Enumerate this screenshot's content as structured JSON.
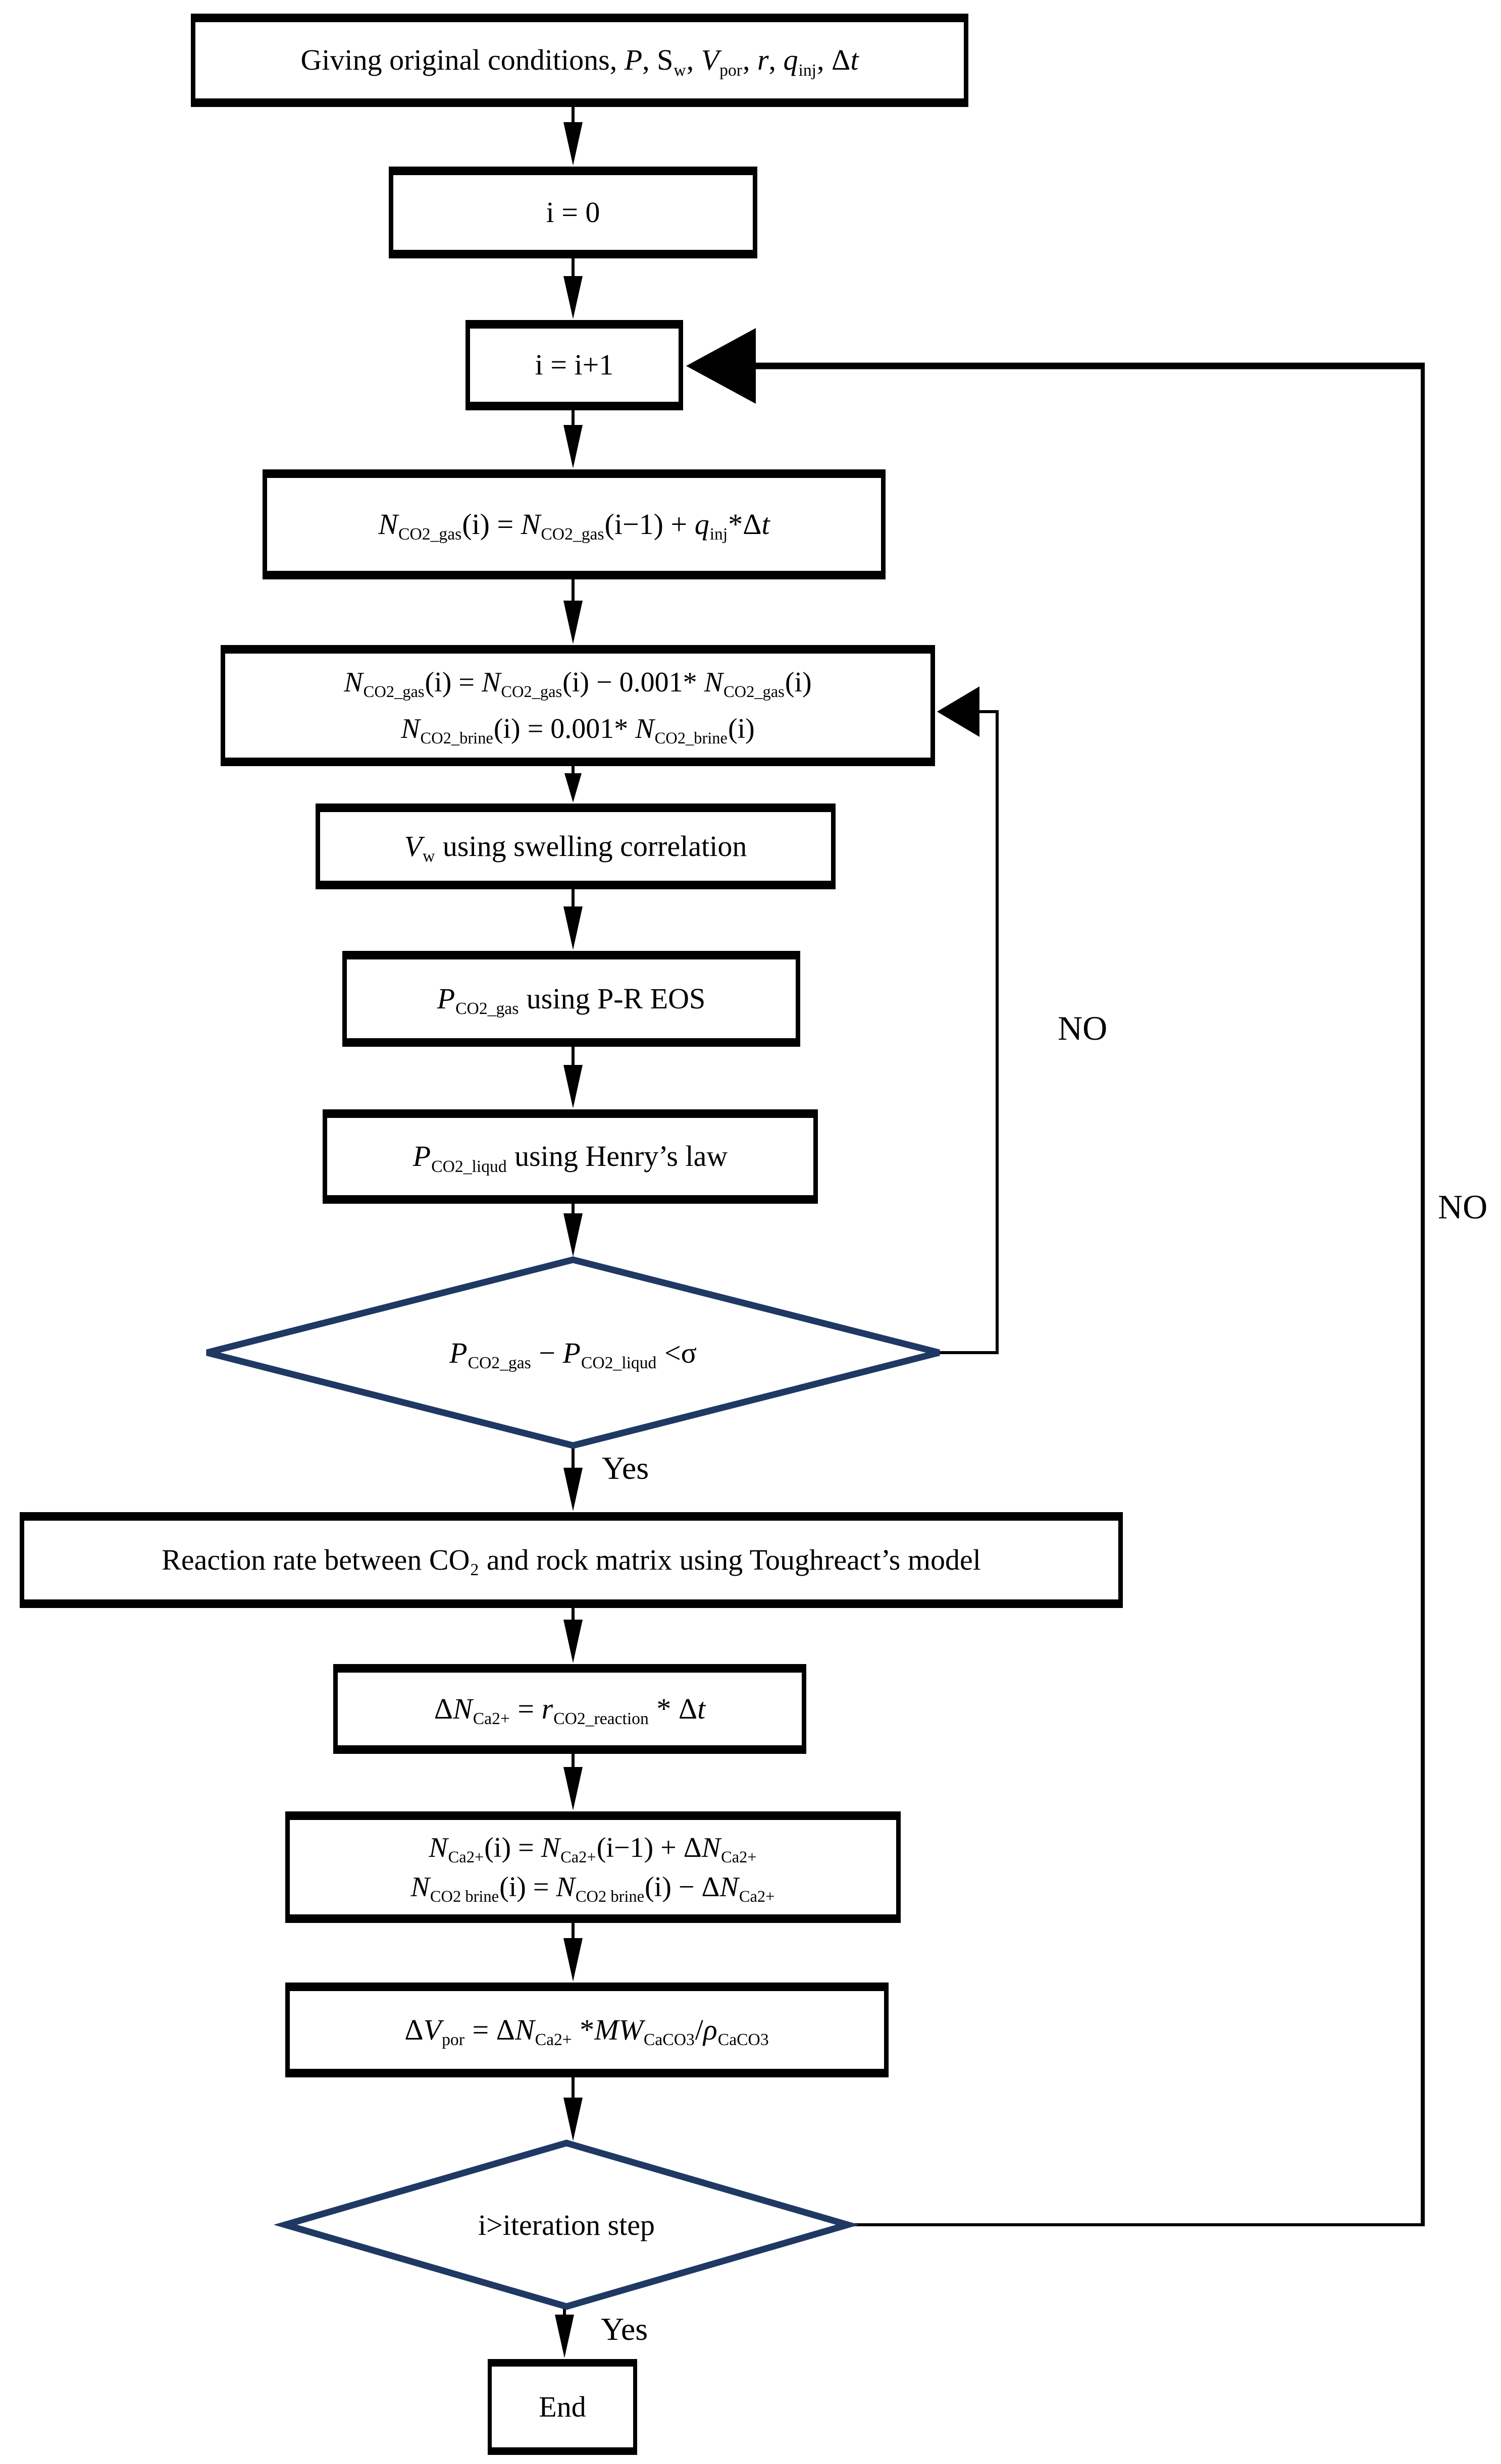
{
  "flowchart": {
    "colors": {
      "background": "#ffffff",
      "line": "#000000",
      "box_border": "#000000",
      "diamond_border": "#1f3864",
      "text": "#000000"
    },
    "labels": {
      "yes1": "Yes",
      "no1": "NO",
      "yes2": "Yes",
      "no2": "NO"
    },
    "nodes": {
      "start": {
        "segments": [
          {
            "t": "Giving original conditions, ",
            "v": "n"
          },
          {
            "t": "P",
            "v": "i"
          },
          {
            "t": ", S",
            "v": "n"
          },
          {
            "t": "w",
            "v": "sub"
          },
          {
            "t": ", ",
            "v": "n"
          },
          {
            "t": "V",
            "v": "i"
          },
          {
            "t": "por",
            "v": "sub"
          },
          {
            "t": ", ",
            "v": "n"
          },
          {
            "t": "r",
            "v": "i"
          },
          {
            "t": ", ",
            "v": "n"
          },
          {
            "t": "q",
            "v": "i"
          },
          {
            "t": "inj",
            "v": "sub"
          },
          {
            "t": ", Δ",
            "v": "n"
          },
          {
            "t": "t",
            "v": "i"
          }
        ]
      },
      "set_i_zero": {
        "segments": [
          {
            "t": "i = 0",
            "v": "n"
          }
        ]
      },
      "increment_i": {
        "segments": [
          {
            "t": "i = i+1",
            "v": "n"
          }
        ]
      },
      "co2_gas_balance": {
        "segments": [
          {
            "t": "N",
            "v": "i"
          },
          {
            "t": "CO2_gas",
            "v": "sub"
          },
          {
            "t": "(i) = ",
            "v": "n"
          },
          {
            "t": "N",
            "v": "i"
          },
          {
            "t": "CO2_gas",
            "v": "sub"
          },
          {
            "t": "(i−1) + ",
            "v": "n"
          },
          {
            "t": "q",
            "v": "i"
          },
          {
            "t": "inj",
            "v": "sub"
          },
          {
            "t": "*Δ",
            "v": "n"
          },
          {
            "t": "t",
            "v": "i"
          }
        ]
      },
      "mass_transfer_line1": {
        "segments": [
          {
            "t": "N",
            "v": "i"
          },
          {
            "t": "CO2_gas",
            "v": "sub"
          },
          {
            "t": "(i) = ",
            "v": "n"
          },
          {
            "t": "N",
            "v": "i"
          },
          {
            "t": "CO2_gas",
            "v": "sub"
          },
          {
            "t": "(i) − 0.001* ",
            "v": "n"
          },
          {
            "t": "N",
            "v": "i"
          },
          {
            "t": "CO2_gas",
            "v": "sub"
          },
          {
            "t": "(i)",
            "v": "n"
          }
        ]
      },
      "mass_transfer_line2": {
        "segments": [
          {
            "t": "N",
            "v": "i"
          },
          {
            "t": "CO2_brine",
            "v": "sub"
          },
          {
            "t": "(i) = 0.001* ",
            "v": "n"
          },
          {
            "t": "N",
            "v": "i"
          },
          {
            "t": "CO2_brine",
            "v": "sub"
          },
          {
            "t": "(i)",
            "v": "n"
          }
        ]
      },
      "swelling": {
        "segments": [
          {
            "t": "V",
            "v": "i"
          },
          {
            "t": "w",
            "v": "sub"
          },
          {
            "t": " using swelling correlation",
            "v": "n"
          }
        ]
      },
      "pr_eos": {
        "segments": [
          {
            "t": "P",
            "v": "i"
          },
          {
            "t": "CO2_gas",
            "v": "sub"
          },
          {
            "t": " using P-R EOS",
            "v": "n"
          }
        ]
      },
      "henrys_law": {
        "segments": [
          {
            "t": "P",
            "v": "i"
          },
          {
            "t": "CO2_liqud",
            "v": "sub"
          },
          {
            "t": " using Henry’s law",
            "v": "n"
          }
        ]
      },
      "pressure_decision": {
        "segments": [
          {
            "t": "P",
            "v": "i"
          },
          {
            "t": "CO2_gas",
            "v": "sub"
          },
          {
            "t": " − ",
            "v": "n"
          },
          {
            "t": "P",
            "v": "i"
          },
          {
            "t": "CO2_liqud",
            "v": "sub"
          },
          {
            "t": " <σ",
            "v": "n"
          }
        ]
      },
      "reaction_rate": {
        "segments": [
          {
            "t": "Reaction rate between CO",
            "v": "n"
          },
          {
            "t": "2",
            "v": "sub"
          },
          {
            "t": " and rock matrix using Toughreact’s model",
            "v": "n"
          }
        ]
      },
      "delta_ca": {
        "segments": [
          {
            "t": "Δ",
            "v": "n"
          },
          {
            "t": "N",
            "v": "i"
          },
          {
            "t": "Ca2+",
            "v": "sub"
          },
          {
            "t": " = ",
            "v": "n"
          },
          {
            "t": "r",
            "v": "i"
          },
          {
            "t": "CO2_reaction",
            "v": "sub"
          },
          {
            "t": " * Δ",
            "v": "n"
          },
          {
            "t": "t",
            "v": "i"
          }
        ]
      },
      "ca_balance_line1": {
        "segments": [
          {
            "t": "N",
            "v": "i"
          },
          {
            "t": "Ca2+",
            "v": "sub"
          },
          {
            "t": "(i) = ",
            "v": "n"
          },
          {
            "t": "N",
            "v": "i"
          },
          {
            "t": "Ca2+",
            "v": "sub"
          },
          {
            "t": "(i−1) + Δ",
            "v": "n"
          },
          {
            "t": "N",
            "v": "i"
          },
          {
            "t": "Ca2+",
            "v": "sub"
          }
        ]
      },
      "ca_balance_line2": {
        "segments": [
          {
            "t": "N",
            "v": "i"
          },
          {
            "t": "CO2 brine",
            "v": "sub"
          },
          {
            "t": "(i) = ",
            "v": "n"
          },
          {
            "t": "N",
            "v": "i"
          },
          {
            "t": "CO2 brine",
            "v": "sub"
          },
          {
            "t": "(i) − Δ",
            "v": "n"
          },
          {
            "t": "N",
            "v": "i"
          },
          {
            "t": "Ca2+",
            "v": "sub"
          }
        ]
      },
      "pore_volume": {
        "segments": [
          {
            "t": "Δ",
            "v": "n"
          },
          {
            "t": "V",
            "v": "i"
          },
          {
            "t": "por",
            "v": "sub"
          },
          {
            "t": " = Δ",
            "v": "n"
          },
          {
            "t": "N",
            "v": "i"
          },
          {
            "t": "Ca2+",
            "v": "sub"
          },
          {
            "t": " *",
            "v": "n"
          },
          {
            "t": "MW",
            "v": "i"
          },
          {
            "t": "CaCO3",
            "v": "sub"
          },
          {
            "t": "/",
            "v": "n"
          },
          {
            "t": "ρ",
            "v": "i"
          },
          {
            "t": "CaCO3",
            "v": "sub"
          }
        ]
      },
      "iteration_decision": {
        "segments": [
          {
            "t": "i>iteration step",
            "v": "n"
          }
        ]
      },
      "end": {
        "segments": [
          {
            "t": "End",
            "v": "n"
          }
        ]
      }
    }
  }
}
